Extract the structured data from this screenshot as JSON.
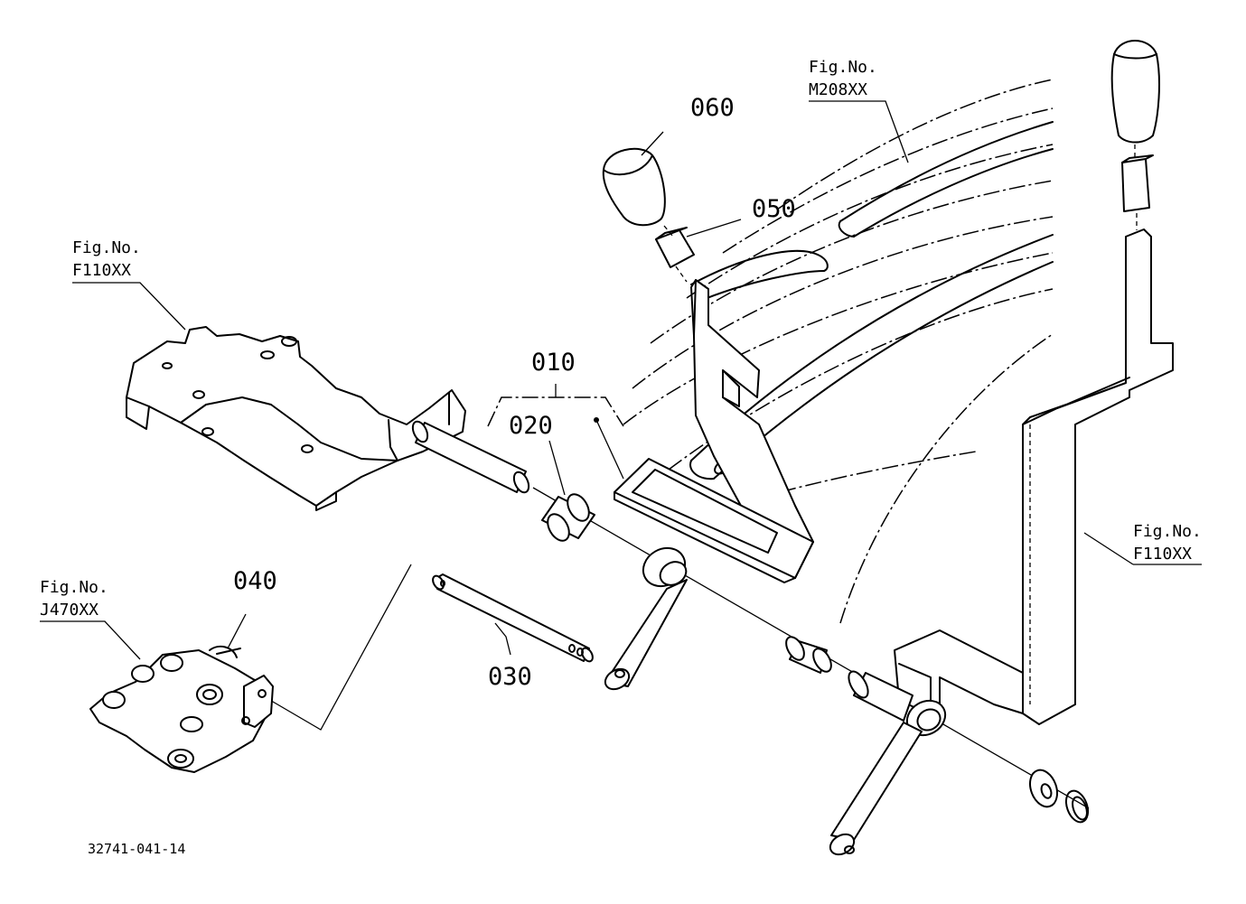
{
  "diagram": {
    "drawing_number": "32741-041-14",
    "references": [
      {
        "fig_label": "Fig.No.",
        "fig_code": "F110XX"
      },
      {
        "fig_label": "Fig.No.",
        "fig_code": "M208XX"
      },
      {
        "fig_label": "Fig.No.",
        "fig_code": "J470XX"
      },
      {
        "fig_label": "Fig.No.",
        "fig_code": "F110XX"
      }
    ],
    "parts": [
      {
        "number": "010"
      },
      {
        "number": "020"
      },
      {
        "number": "030"
      },
      {
        "number": "040"
      },
      {
        "number": "050"
      },
      {
        "number": "060"
      }
    ]
  }
}
